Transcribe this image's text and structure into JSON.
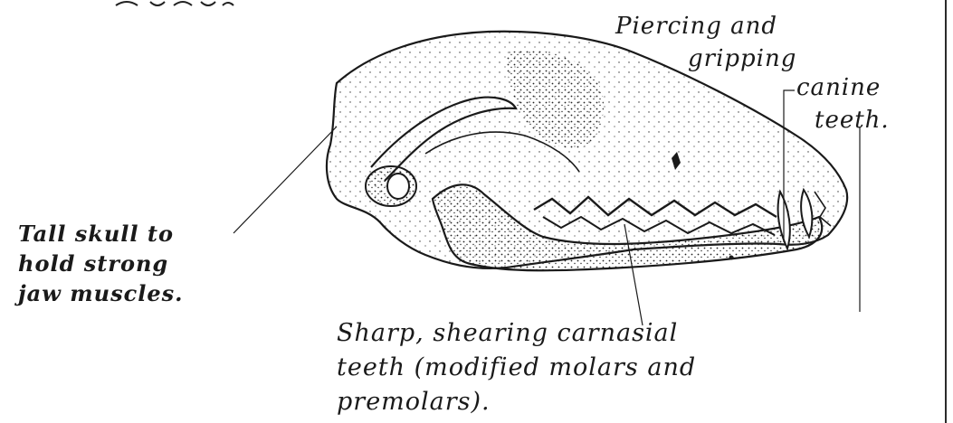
{
  "labels": {
    "skull": [
      "Tall skull to",
      "hold strong",
      "jaw muscles."
    ],
    "canine": [
      "Piercing and",
      "gripping",
      "canine",
      "teeth."
    ],
    "carnassial": [
      "Sharp, shearing carnasial",
      "teeth (modified molars and",
      "premolars)."
    ]
  },
  "colors": {
    "ink": "#1a1a1a",
    "paper": "#ffffff"
  }
}
